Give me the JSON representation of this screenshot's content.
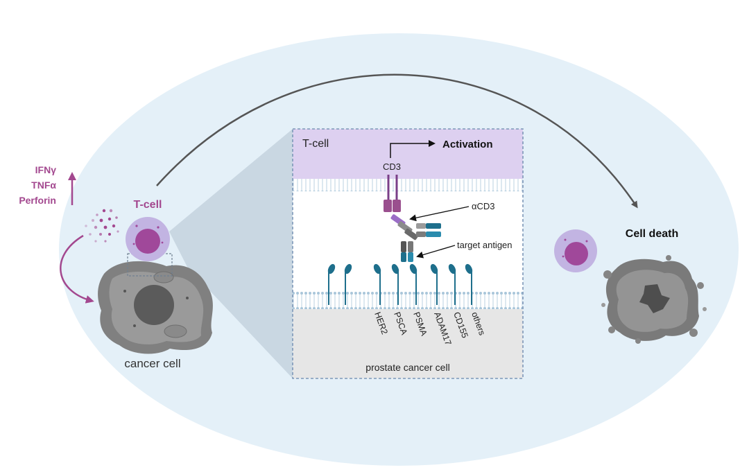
{
  "left": {
    "cytokines": [
      "IFNγ",
      "TNFα",
      "Perforin"
    ],
    "tcell_label": "T-cell",
    "cancer_label": "cancer cell"
  },
  "inset": {
    "tcell_header": "T-cell",
    "activation": "Activation",
    "cd3": "CD3",
    "acd3": "αCD3",
    "target_antigen": "target antigen",
    "antigens": [
      "HER2",
      "PSCA",
      "PSMA",
      "ADAM17",
      "CD155",
      "others"
    ],
    "prostate_label": "prostate cancer cell"
  },
  "right": {
    "cell_death": "Cell death"
  },
  "colors": {
    "ellipse_bg": "#e4f0f8",
    "purple": "#a3488f",
    "tcell_outer": "#c2b4e2",
    "tcell_nucleus": "#a0489a",
    "inset_top": "#ddd0f0",
    "cancer_gray": "#7f7f7f",
    "receptor_blue": "#1e6f8c",
    "arrow_gray": "#555555"
  }
}
